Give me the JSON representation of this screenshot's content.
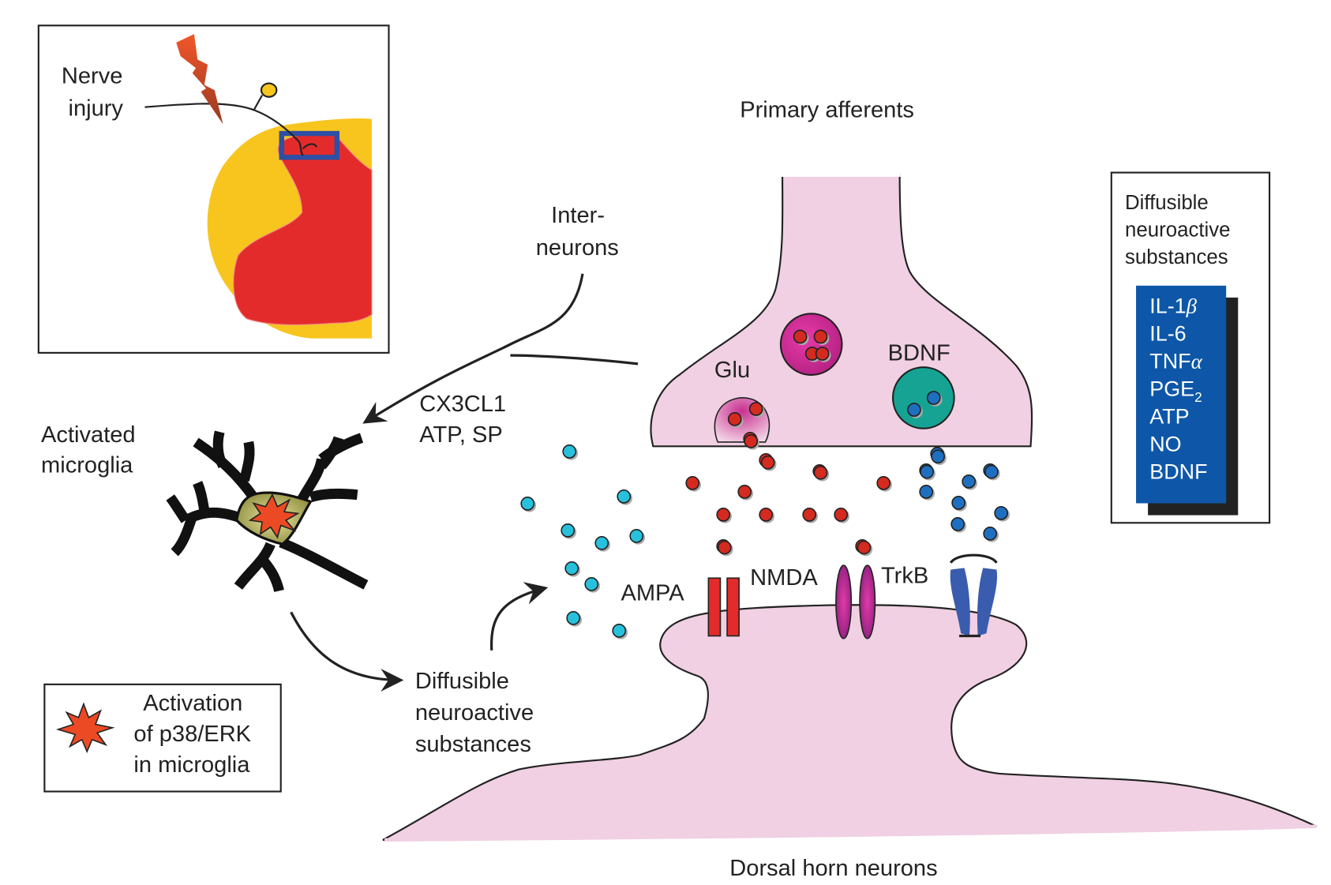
{
  "figure": {
    "title": "Microglia activation in the dorsal horn after nerve injury"
  },
  "inset": {
    "label_line1": "Nerve",
    "label_line2": "injury"
  },
  "labels": {
    "primary_afferents": "Primary afferents",
    "dorsal_horn_neurons": "Dorsal horn neurons",
    "interneurons_line1": "Inter-",
    "interneurons_line2": "neurons",
    "signals_line1": "CX3CL1",
    "signals_line2": "ATP, SP",
    "activated_line1": "Activated",
    "activated_line2": "microglia",
    "diffusible_line1": "Diffusible",
    "diffusible_line2": "neuroactive",
    "diffusible_line3": "substances",
    "glu": "Glu",
    "bdnf": "BDNF",
    "ampa": "AMPA",
    "nmda": "NMDA",
    "trkb": "TrkB"
  },
  "substances_box": {
    "title_line1": "Diffusible",
    "title_line2": "neuroactive",
    "title_line3": "substances",
    "items": [
      {
        "text": "IL-1",
        "greek": "β",
        "sub": ""
      },
      {
        "text": "IL-6",
        "greek": "",
        "sub": ""
      },
      {
        "text": "TNF",
        "greek": "α",
        "sub": ""
      },
      {
        "text": "PGE",
        "greek": "",
        "sub": "2"
      },
      {
        "text": "ATP",
        "greek": "",
        "sub": ""
      },
      {
        "text": "NO",
        "greek": "",
        "sub": ""
      },
      {
        "text": "BDNF",
        "greek": "",
        "sub": ""
      }
    ]
  },
  "legend": {
    "line1": "Activation",
    "line2": "of p38/ERK",
    "line3": "in microglia",
    "icon": "starburst-icon"
  },
  "colors": {
    "neuron_fill": "#f0d0e2",
    "spinal_cord_white": "#f7c51e",
    "spinal_cord_gray": "#e42b2b",
    "inset_box": "#2e4fa3",
    "glutamate": "#d42a1f",
    "bdnf_particle": "#1f6fc0",
    "diffusible_particle": "#27c1dc",
    "ampa": "#e42b2b",
    "nmda": "#a0278c",
    "trkb": "#3a5cae",
    "substances_box": "#0e57a8",
    "starburst": "#ec4a24"
  },
  "particles": {
    "glutamate": [
      [
        950,
        556
      ],
      [
        970,
        583
      ],
      [
        1038,
        597
      ],
      [
        877,
        612
      ],
      [
        943,
        623
      ],
      [
        1119,
        612
      ],
      [
        916,
        652
      ],
      [
        970,
        652
      ],
      [
        1025,
        652
      ],
      [
        1065,
        652
      ],
      [
        916,
        692
      ],
      [
        1092,
        692
      ]
    ],
    "bdnf": [
      [
        1187,
        575
      ],
      [
        1173,
        596
      ],
      [
        1254,
        596
      ],
      [
        1227,
        610
      ],
      [
        1173,
        623
      ],
      [
        1214,
        637
      ],
      [
        1268,
        650
      ],
      [
        1213,
        664
      ],
      [
        1254,
        676
      ]
    ],
    "diffusible": [
      [
        721,
        572
      ],
      [
        668,
        638
      ],
      [
        790,
        629
      ],
      [
        719,
        672
      ],
      [
        762,
        688
      ],
      [
        806,
        679
      ],
      [
        724,
        720
      ],
      [
        749,
        740
      ],
      [
        726,
        783
      ],
      [
        784,
        799
      ]
    ]
  }
}
